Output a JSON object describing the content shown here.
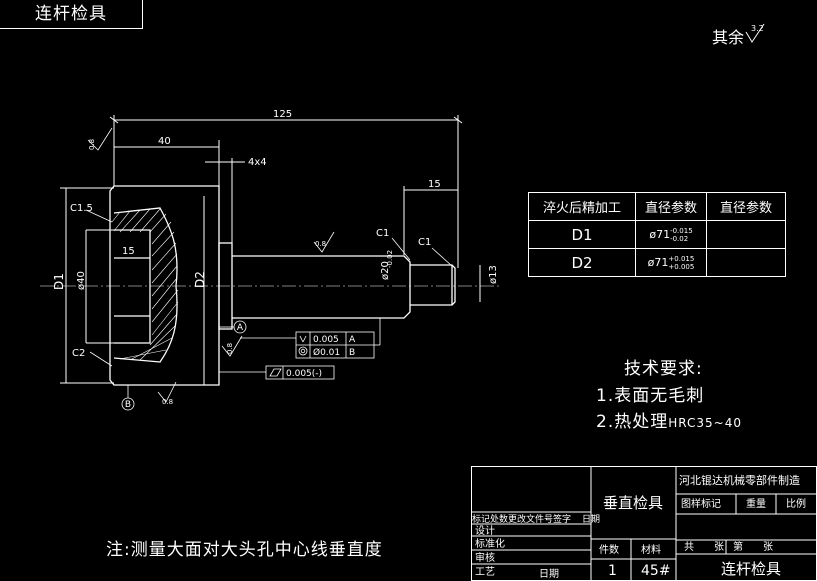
{
  "header": {
    "title": "连杆检具"
  },
  "roughness_other": "其余",
  "roughness_other_value": "3.2",
  "drawing": {
    "dims": {
      "total_length": "125",
      "head_length": "40",
      "collar": "4x4",
      "tail_length": "15",
      "inner_step": "15",
      "d1": "D1",
      "d2": "D2",
      "bore": "ø40",
      "shaft": "ø20",
      "shaft_tol": "-0.02",
      "tip": "ø13",
      "c15": "C1.5",
      "c2": "C2",
      "c1a": "C1",
      "c1b": "C1",
      "ra1": "0.8",
      "ra2": "0.8",
      "ra3": "0.8",
      "ra4": "0.8",
      "datum_a": "A",
      "datum_b": "B"
    },
    "gdt": {
      "perp_value": "0.005",
      "perp_datum": "A",
      "conc_value": "Ø0.01",
      "conc_datum": "B",
      "flat_value": "0.005(-)"
    }
  },
  "param_table": {
    "headers": [
      "淬火后精加工",
      "直径参数",
      "直径参数"
    ],
    "rows": [
      {
        "name": "D1",
        "base": "ø71",
        "upper": "-0.015",
        "lower": "-0.02",
        "extra": ""
      },
      {
        "name": "D2",
        "base": "ø71",
        "upper": "+0.015",
        "lower": "+0.005",
        "extra": ""
      }
    ]
  },
  "requirements": {
    "title": "技术要求:",
    "items": [
      "1.表面无毛刺",
      "2.热处理"
    ],
    "hrc": "HRC35~40"
  },
  "note": "注:测量大面对大头孔中心线垂直度",
  "title_block": {
    "part_name": "垂直检具",
    "company": "河北锟达机械零部件制造",
    "drawing_name": "连杆检具",
    "rev_headers": [
      "标记",
      "处数",
      "更改文件号",
      "签字",
      "日期"
    ],
    "roles": [
      "设计",
      "标准化",
      "审核",
      "工艺"
    ],
    "date_label": "日期",
    "stage_headers": [
      "图样标记",
      "重量",
      "比例"
    ],
    "sheet_total": "共",
    "sheet_label": "张",
    "sheet_no": "第",
    "sheet_label2": "张",
    "qty_label": "件数",
    "material_label": "材料",
    "qty": "1",
    "material": "45#"
  }
}
